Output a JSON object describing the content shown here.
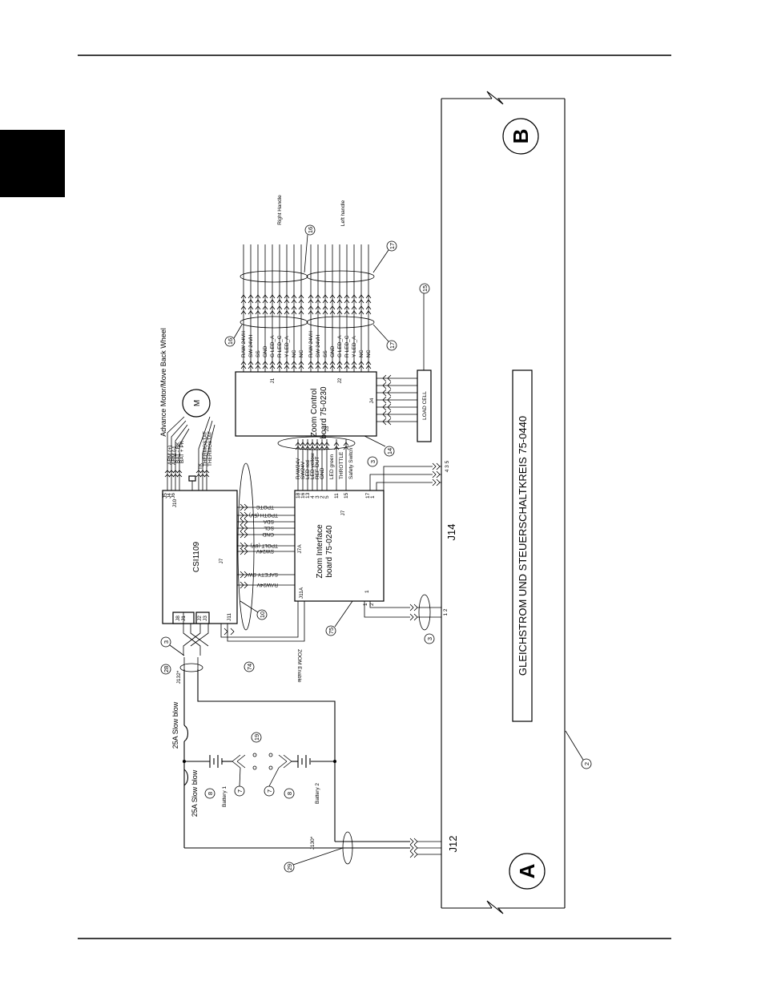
{
  "page": {
    "section_tab_color": "#000000"
  },
  "circles": {
    "A": "A",
    "B": "B"
  },
  "title_band": {
    "text": "GLEICHSTROM UND STEUERSCHALTKREIS 75-0440"
  },
  "harness_labels": {
    "j14": "J14",
    "j12": "J12",
    "j130": "J130*",
    "j132": "J132*",
    "j14_pins_top": "4 3 5",
    "j14_pins_bottom": "1 2"
  },
  "csi_board": {
    "name": "CSI1109",
    "j7": "J7",
    "j10": "J10",
    "j11": "J11",
    "small_connectors": [
      "J8",
      "J1",
      "J2",
      "J3"
    ],
    "zoom_enable": "ZOOM Enable",
    "motor_connectors": [
      "J5",
      "J4",
      "J6"
    ],
    "motor_wire_labels": [
      "ARM (+)",
      "ARM (-)",
      "BAT - BK",
      "BAT + PK",
      "TK",
      "THERMOSTAT",
      "THERMOSTAT"
    ]
  },
  "motor": {
    "symbol": "M",
    "title": "Advance Motor/Move Back Wheel"
  },
  "interface_board": {
    "name": "Zoom Interface board 75-0240",
    "j7": "J7",
    "j7a": "J7A",
    "j11a": "J11A"
  },
  "signal_labels_left": [
    "TPOTC",
    "TPOTH (5V)",
    "SDA",
    "SCL",
    "GND",
    "TPOLT (6V)",
    "SW24V",
    "SAFETY SW",
    "RAW24V"
  ],
  "interface_pins": [
    {
      "pin": "18",
      "label": "RAW24V"
    },
    {
      "pin": "16",
      "label": "SW24V"
    },
    {
      "pin": "13",
      "label": "LED red"
    },
    {
      "pin": "4",
      "label": "LED yellow"
    },
    {
      "pin": "3",
      "label": "REF OUT"
    },
    {
      "pin": "2",
      "label": "GND"
    },
    {
      "pin": "5",
      "label": "LED green"
    },
    {
      "pin": "11",
      "label": "THROTTLE"
    },
    {
      "pin": "15",
      "label": "Safety Switch"
    },
    {
      "pin": "17",
      "label": ""
    },
    {
      "pin": "1",
      "label": ""
    }
  ],
  "control_board": {
    "name": "Zoom Control board 75-0230",
    "j1": "J1",
    "j2": "J2",
    "j3": "J3",
    "j4": "J4",
    "handle_signals": [
      "RAW 24VH",
      "SW 24VH",
      "SS",
      "GND",
      "G LED_A",
      "R LED_C",
      "Y LED_A",
      "NC",
      "NC"
    ],
    "right_handle": "Right Handle",
    "left_handle": "Left handle",
    "load_cell": "LOAD CELL"
  },
  "power": {
    "fuse_top": "25A Slow blow",
    "fuse_bottom": "25A Slow blow",
    "battery1": "Battery 1",
    "battery2": "Battery 2"
  },
  "callouts": [
    "2",
    "3",
    "3",
    "3",
    "7",
    "7",
    "8",
    "8",
    "10",
    "14",
    "15",
    "16",
    "16",
    "17",
    "17",
    "19",
    "28",
    "29",
    "74",
    "75"
  ]
}
